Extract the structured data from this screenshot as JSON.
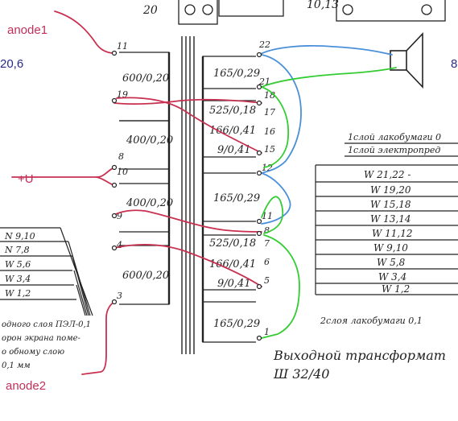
{
  "labels": {
    "anode1": "anode1",
    "anode2": "anode2",
    "plus_u": "+U",
    "left_number": "20,6",
    "right_number": "8",
    "top_left_number": "20",
    "top_right_number": "10,13"
  },
  "primary_windings": [
    {
      "id": "p1",
      "label": "600/0,20"
    },
    {
      "id": "p2",
      "label": "400/0,20"
    },
    {
      "id": "p3",
      "label": "400/0,20"
    },
    {
      "id": "p4",
      "label": "600/0,20"
    }
  ],
  "secondary_windings": [
    {
      "id": "s1",
      "label": "165/0,29"
    },
    {
      "id": "s2",
      "label": "525/0,18"
    },
    {
      "id": "s3",
      "label": "166/0,41"
    },
    {
      "id": "s4",
      "label": "9/0,41"
    },
    {
      "id": "s5",
      "label": "165/0,29"
    },
    {
      "id": "s6",
      "label": "525/0,18"
    },
    {
      "id": "s7",
      "label": "166/0,41"
    },
    {
      "id": "s8",
      "label": "9/0,41"
    },
    {
      "id": "s9",
      "label": "165/0,29"
    }
  ],
  "primary_pins": [
    "11",
    "19",
    "8",
    "10",
    "9",
    "4",
    "3"
  ],
  "secondary_pins": [
    "22",
    "21",
    "18",
    "17",
    "16",
    "15",
    "12",
    "11",
    "8",
    "7",
    "6",
    "5",
    "1"
  ],
  "right_table": {
    "heading1": "1слой лакобумаги 0",
    "heading2": "1слой электропред",
    "rows": [
      "W 21,22 -",
      "W 19,20",
      "W 15,18",
      "W 13,14",
      "W 11,12",
      "W 9,10",
      "W 5,8",
      "W 3,4",
      "W 1,2"
    ]
  },
  "left_table": {
    "rows": [
      "N 9,10",
      "N 7,8",
      "W 5,6",
      "W 3,4",
      "W 1,2"
    ],
    "note_lines": [
      "одного слоя ПЭЛ-0,1",
      "орон экрана поме-",
      "о обному слою",
      "0,1 мм"
    ]
  },
  "bottom_note": "2слоя лакобумаги 0,1",
  "title": {
    "line1": "Выходной трансформат",
    "line2": "Ш 32/40"
  },
  "colors": {
    "red": "#c83050",
    "blue": "#4a90d9",
    "green": "#33cc33",
    "ink": "#222222"
  }
}
